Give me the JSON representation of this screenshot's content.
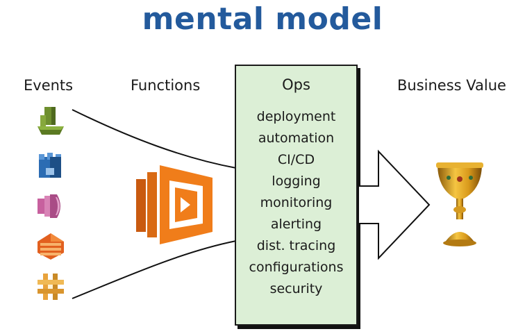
{
  "title": "mental model",
  "columns": {
    "events": "Events",
    "functions": "Functions",
    "ops": "Ops",
    "business_value": "Business Value"
  },
  "ops_items": [
    "deployment",
    "automation",
    "CI/CD",
    "logging",
    "monitoring",
    "alerting",
    "dist. tracing",
    "configurations",
    "security"
  ],
  "event_icons": [
    "cloudwatch-icon",
    "s3-icon",
    "kinesis-icon",
    "dynamodb-icon",
    "api-gateway-icon"
  ],
  "function_icon": "lambda-icon",
  "value_icon": "golden-chalice-icon",
  "colors": {
    "title": "#235a9c",
    "ops_box": "#dcefd6",
    "lambda": "#f07d1a"
  }
}
